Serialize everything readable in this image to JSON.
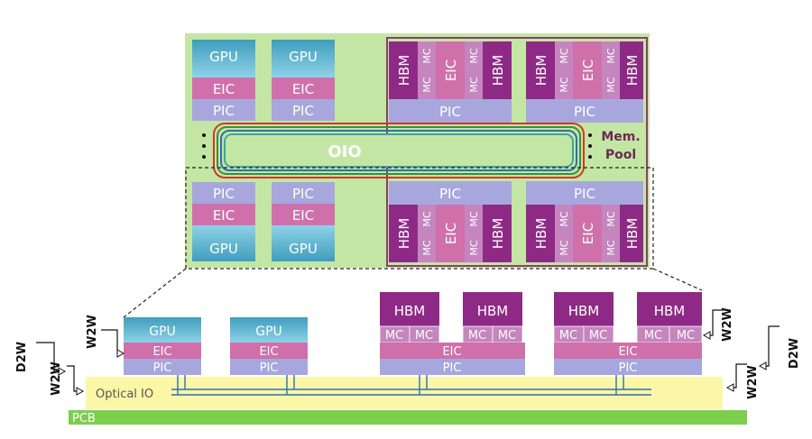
{
  "labels": {
    "gpu": "GPU",
    "eic": "EIC",
    "pic": "PIC",
    "hbm": "HBM",
    "mc": "MC",
    "oio": "OIO",
    "mem_pool_line1": "Mem.",
    "mem_pool_line2": "Pool",
    "optical_io": "Optical IO",
    "pcb": "PCB",
    "d2w": "D2W",
    "w2w": "W2W"
  },
  "colors": {
    "package": "#c4e6a4",
    "gpu": "#4ba6c4",
    "gpu_light": "#8ed0e6",
    "eic": "#d070aa",
    "pic": "#a7a7de",
    "hbm": "#8e2a85",
    "mc": "#c585bf",
    "optical_io": "#fbf7a7",
    "pcb": "#7ece4e",
    "mem_pool_border": "#8a3e6e",
    "waveguide_red": "#d4352a",
    "waveguide_green": "#3c8e3c",
    "waveguide_blue": "#2e6fb3",
    "waveguide_teal": "#3aa6a6"
  }
}
